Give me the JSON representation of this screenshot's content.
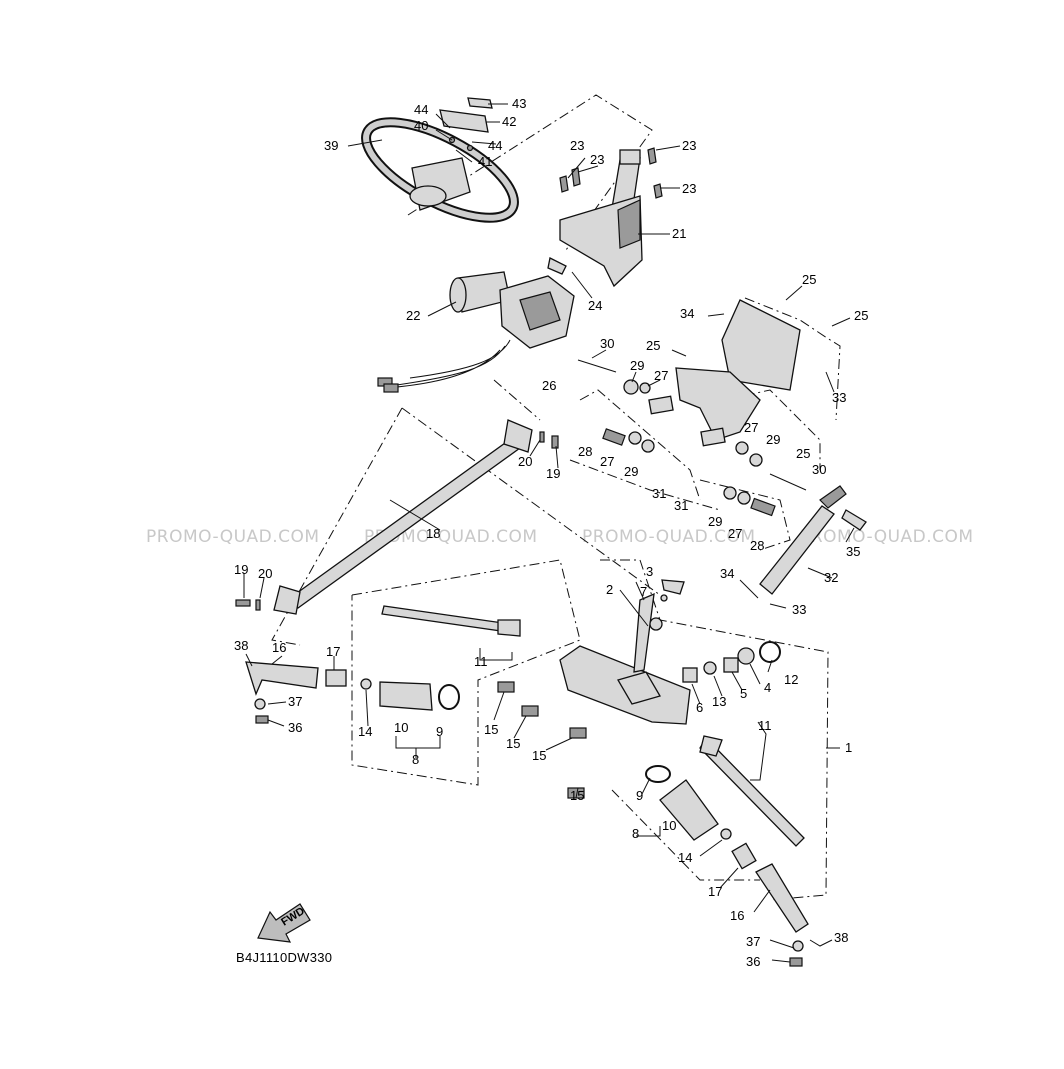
{
  "diagram_code": "B4J1110DW330",
  "fwd_arrow_label": "FWD",
  "watermark_text": "PROMO-QUAD.COM",
  "callouts": [
    "1",
    "2",
    "3",
    "4",
    "5",
    "6",
    "7",
    "8",
    "9",
    "10",
    "11",
    "12",
    "13",
    "14",
    "15",
    "16",
    "17",
    "18",
    "19",
    "20",
    "21",
    "22",
    "23",
    "24",
    "25",
    "26",
    "27",
    "28",
    "29",
    "30",
    "31",
    "32",
    "33",
    "34",
    "35",
    "36",
    "37",
    "38",
    "39",
    "40",
    "41",
    "42",
    "43",
    "44"
  ],
  "colors": {
    "line": "#111111",
    "part_fill": "#d8d8d8",
    "watermark": "#c8c8c8"
  }
}
